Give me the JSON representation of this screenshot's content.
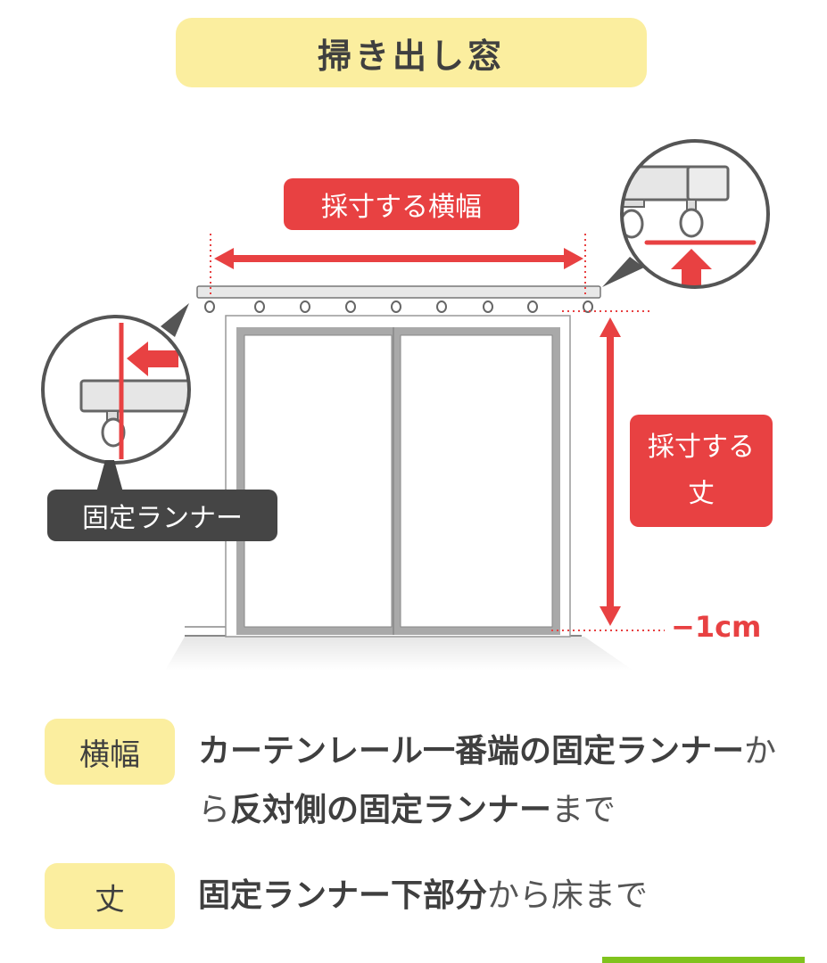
{
  "title": "掃き出し窓",
  "diagram": {
    "width_label": "採寸する横幅",
    "height_label_line1": "採寸する",
    "height_label_line2": "丈",
    "fixed_runner_label": "固定ランナー",
    "offset_label": "−1cm"
  },
  "legend": {
    "width": {
      "tag": "横幅",
      "parts": [
        {
          "text": "カーテンレール一番端の固定ランナー",
          "bold": true
        },
        {
          "text": "から",
          "bold": false
        },
        {
          "text": "反対側の固定ランナー",
          "bold": true
        },
        {
          "text": "まで",
          "bold": false
        }
      ]
    },
    "height": {
      "tag": "丈",
      "parts": [
        {
          "text": "固定ランナー下部分",
          "bold": true
        },
        {
          "text": "から床まで",
          "bold": false
        }
      ]
    }
  },
  "colors": {
    "accent_red": "#e84142",
    "tag_yellow": "#fbee9f",
    "dark_label": "#454545",
    "bottom_bar_green": "#80c31d"
  }
}
